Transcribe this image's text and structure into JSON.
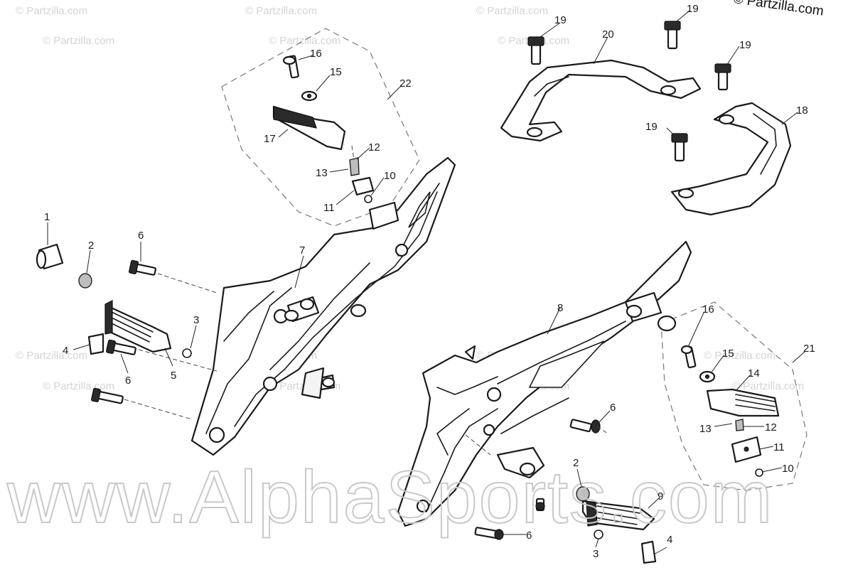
{
  "copyright": "© Partzilla.com",
  "watermark_small": "© Partzilla.com",
  "watermark_big": "www.AlphaSports.com",
  "callouts": {
    "c1": "1",
    "c2_left": "2",
    "c2_right": "2",
    "c3_left": "3",
    "c3_right": "3",
    "c4_left": "4",
    "c4_right": "4",
    "c5": "5",
    "c6_a": "6",
    "c6_b": "6",
    "c6_c": "6",
    "c6_d": "6",
    "c7": "7",
    "c8": "8",
    "c9": "9",
    "c10_top": "10",
    "c10_right": "10",
    "c11_top": "11",
    "c11_right": "11",
    "c12_top": "12",
    "c12_right": "12",
    "c13_top": "13",
    "c13_right": "13",
    "c14": "14",
    "c15_top": "15",
    "c15_right": "15",
    "c16_top": "16",
    "c16_right": "16",
    "c17": "17",
    "c18": "18",
    "c19_a": "19",
    "c19_b": "19",
    "c19_c": "19",
    "c19_d": "19",
    "c20": "20",
    "c21": "21",
    "c22": "22"
  }
}
